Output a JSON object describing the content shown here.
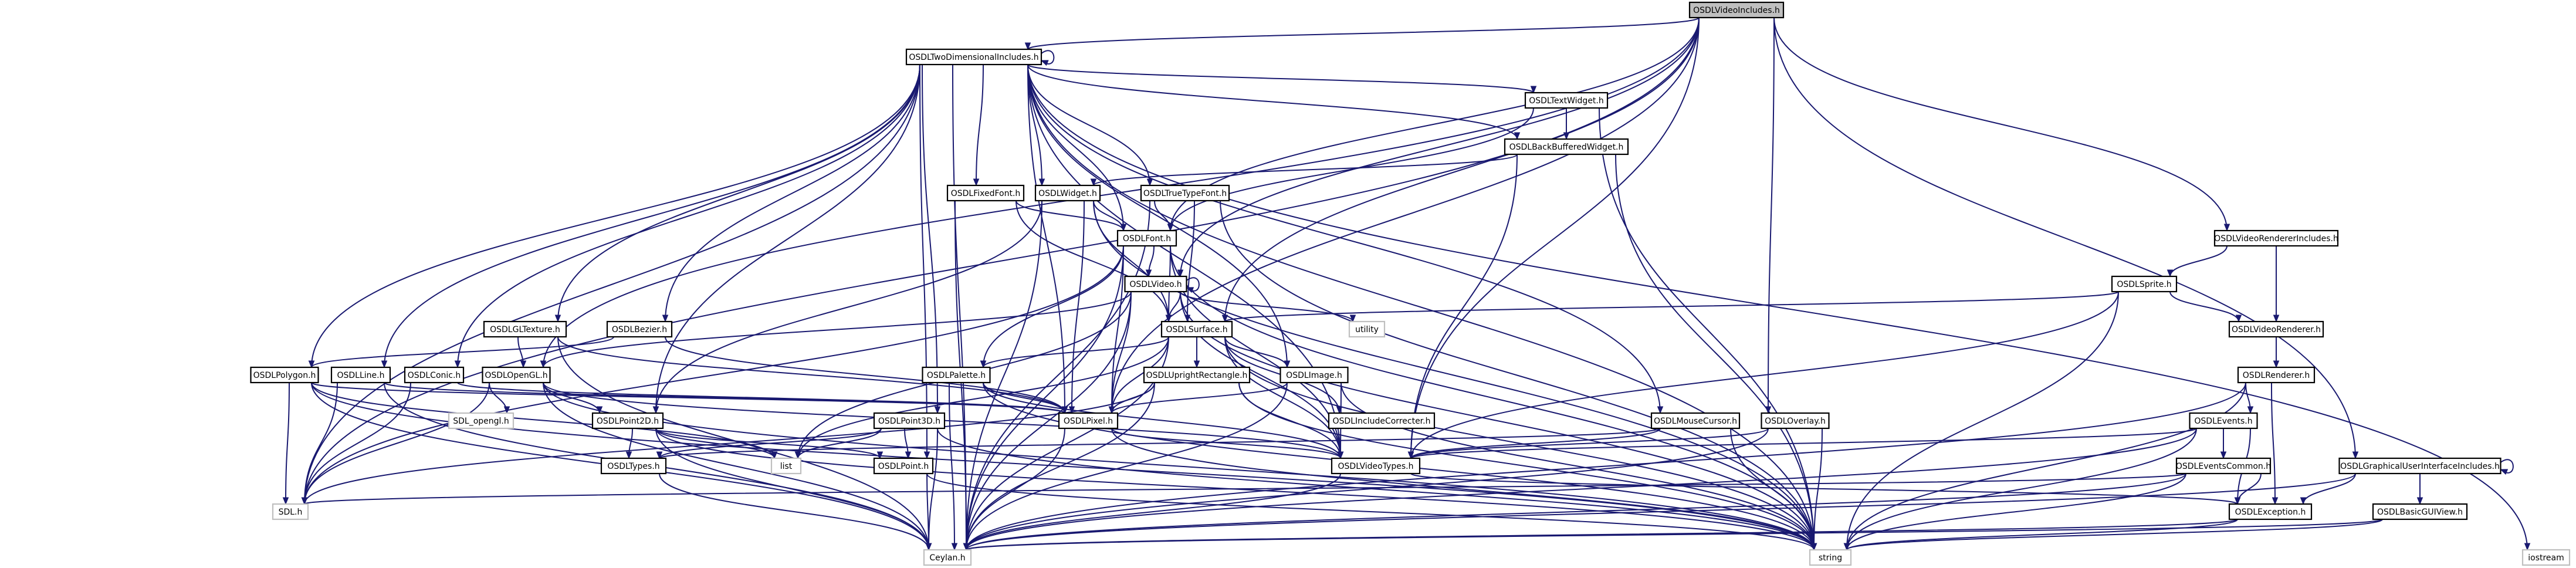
{
  "colors": {
    "edge": "#191970",
    "node_fill": "#ffffff",
    "root_fill": "#bfbfbf",
    "node_stroke": "#000000",
    "leaf_stroke": "#bfbfbf"
  },
  "nodes": {
    "OSDLVideoIncludes": "OSDLVideoIncludes.h",
    "OSDLTwoDimensionalIncludes": "OSDLTwoDimensionalIncludes.h",
    "OSDLTextWidget": "OSDLTextWidget.h",
    "OSDLBackBufferedWidget": "OSDLBackBufferedWidget.h",
    "OSDLFixedFont": "OSDLFixedFont.h",
    "OSDLWidget": "OSDLWidget.h",
    "OSDLTrueTypeFont": "OSDLTrueTypeFont.h",
    "OSDLFont": "OSDLFont.h",
    "OSDLVideo": "OSDLVideo.h",
    "OSDLSurface": "OSDLSurface.h",
    "utility": "utility",
    "OSDLGLTexture": "OSDLGLTexture.h",
    "OSDLBezier": "OSDLBezier.h",
    "OSDLPolygon": "OSDLPolygon.h",
    "OSDLLine": "OSDLLine.h",
    "OSDLConic": "OSDLConic.h",
    "OSDLOpenGL": "OSDLOpenGL.h",
    "SDL_opengl": "SDL_opengl.h",
    "OSDLPalette": "OSDLPalette.h",
    "OSDLUprightRectangle": "OSDLUprightRectangle.h",
    "OSDLImage": "OSDLImage.h",
    "OSDLPoint2D": "OSDLPoint2D.h",
    "OSDLPoint3D": "OSDLPoint3D.h",
    "OSDLPixel": "OSDLPixel.h",
    "OSDLIncludeCorrecter": "OSDLIncludeCorrecter.h",
    "OSDLMouseCursor": "OSDLMouseCursor.h",
    "OSDLOverlay": "OSDLOverlay.h",
    "OSDLTypes": "OSDLTypes.h",
    "list": "list",
    "OSDLPoint": "OSDLPoint.h",
    "OSDLVideoTypes": "OSDLVideoTypes.h",
    "SDL": "SDL.h",
    "Ceylan": "Ceylan.h",
    "string": "string",
    "OSDLVideoRendererIncludes": "OSDLVideoRendererIncludes.h",
    "OSDLSprite": "OSDLSprite.h",
    "OSDLVideoRenderer": "OSDLVideoRenderer.h",
    "OSDLRenderer": "OSDLRenderer.h",
    "OSDLEvents": "OSDLEvents.h",
    "OSDLEventsCommon": "OSDLEventsCommon.h",
    "OSDLException": "OSDLException.h",
    "OSDLGraphicalUserInterfaceIncludes": "OSDLGraphicalUserInterfaceIncludes.h",
    "OSDLBasicGUIView": "OSDLBasicGUIView.h",
    "iostream": "iostream"
  },
  "edges": [
    [
      "OSDLVideoIncludes",
      "OSDLTwoDimensionalIncludes"
    ],
    [
      "OSDLVideoIncludes",
      "OSDLVideo"
    ],
    [
      "OSDLVideoIncludes",
      "OSDLSurface"
    ],
    [
      "OSDLVideoIncludes",
      "OSDLPixel"
    ],
    [
      "OSDLVideoIncludes",
      "OSDLOpenGL"
    ],
    [
      "OSDLVideoIncludes",
      "OSDLVideoTypes"
    ],
    [
      "OSDLVideoIncludes",
      "OSDLOverlay"
    ],
    [
      "OSDLVideoIncludes",
      "OSDLVideoRendererIncludes"
    ],
    [
      "OSDLVideoIncludes",
      "OSDLGraphicalUserInterfaceIncludes"
    ],
    [
      "OSDLVideoIncludes",
      "SDL"
    ],
    [
      "OSDLVideoIncludes",
      "OSDLFont"
    ],
    [
      "OSDLTwoDimensionalIncludes",
      "OSDLTwoDimensionalIncludes"
    ],
    [
      "OSDLTwoDimensionalIncludes",
      "OSDLTextWidget"
    ],
    [
      "OSDLTwoDimensionalIncludes",
      "OSDLBackBufferedWidget"
    ],
    [
      "OSDLTwoDimensionalIncludes",
      "OSDLFixedFont"
    ],
    [
      "OSDLTwoDimensionalIncludes",
      "OSDLWidget"
    ],
    [
      "OSDLTwoDimensionalIncludes",
      "OSDLTrueTypeFont"
    ],
    [
      "OSDLTwoDimensionalIncludes",
      "OSDLFont"
    ],
    [
      "OSDLTwoDimensionalIncludes",
      "OSDLGLTexture"
    ],
    [
      "OSDLTwoDimensionalIncludes",
      "OSDLBezier"
    ],
    [
      "OSDLTwoDimensionalIncludes",
      "OSDLPolygon"
    ],
    [
      "OSDLTwoDimensionalIncludes",
      "OSDLLine"
    ],
    [
      "OSDLTwoDimensionalIncludes",
      "OSDLConic"
    ],
    [
      "OSDLTwoDimensionalIncludes",
      "OSDLPoint2D"
    ],
    [
      "OSDLTwoDimensionalIncludes",
      "OSDLPoint3D"
    ],
    [
      "OSDLTwoDimensionalIncludes",
      "OSDLPoint"
    ],
    [
      "OSDLTwoDimensionalIncludes",
      "OSDLPixel"
    ],
    [
      "OSDLTwoDimensionalIncludes",
      "OSDLImage"
    ],
    [
      "OSDLTwoDimensionalIncludes",
      "OSDLMouseCursor"
    ],
    [
      "OSDLTwoDimensionalIncludes",
      "OSDLVideoTypes"
    ],
    [
      "OSDLTwoDimensionalIncludes",
      "SDL"
    ],
    [
      "OSDLTwoDimensionalIncludes",
      "Ceylan"
    ],
    [
      "OSDLTwoDimensionalIncludes",
      "string"
    ],
    [
      "OSDLTwoDimensionalIncludes",
      "iostream"
    ],
    [
      "OSDLTextWidget",
      "OSDLBackBufferedWidget"
    ],
    [
      "OSDLTextWidget",
      "OSDLFont"
    ],
    [
      "OSDLTextWidget",
      "string"
    ],
    [
      "OSDLBackBufferedWidget",
      "OSDLWidget"
    ],
    [
      "OSDLBackBufferedWidget",
      "OSDLVideoTypes"
    ],
    [
      "OSDLBackBufferedWidget",
      "string"
    ],
    [
      "OSDLFixedFont",
      "OSDLFont"
    ],
    [
      "OSDLFixedFont",
      "OSDLSurface"
    ],
    [
      "OSDLFixedFont",
      "Ceylan"
    ],
    [
      "OSDLWidget",
      "OSDLFont"
    ],
    [
      "OSDLWidget",
      "OSDLSurface"
    ],
    [
      "OSDLWidget",
      "OSDLPixel"
    ],
    [
      "OSDLWidget",
      "OSDLPoint2D"
    ],
    [
      "OSDLWidget",
      "string"
    ],
    [
      "OSDLWidget",
      "Ceylan"
    ],
    [
      "OSDLTrueTypeFont",
      "OSDLFont"
    ],
    [
      "OSDLTrueTypeFont",
      "OSDLSurface"
    ],
    [
      "OSDLTrueTypeFont",
      "Ceylan"
    ],
    [
      "OSDLTrueTypeFont",
      "string"
    ],
    [
      "OSDLFont",
      "OSDLVideo"
    ],
    [
      "OSDLFont",
      "OSDLSurface"
    ],
    [
      "OSDLFont",
      "OSDLPixel"
    ],
    [
      "OSDLFont",
      "OSDLVideoTypes"
    ],
    [
      "OSDLFont",
      "OSDLPalette"
    ],
    [
      "OSDLFont",
      "Ceylan"
    ],
    [
      "OSDLFont",
      "string"
    ],
    [
      "OSDLFont",
      "SDL"
    ],
    [
      "OSDLVideo",
      "OSDLVideo"
    ],
    [
      "OSDLVideo",
      "OSDLSurface"
    ],
    [
      "OSDLVideo",
      "OSDLOpenGL"
    ],
    [
      "OSDLVideo",
      "OSDLPixel"
    ],
    [
      "OSDLVideo",
      "OSDLVideoTypes"
    ],
    [
      "OSDLVideo",
      "utility"
    ],
    [
      "OSDLVideo",
      "list"
    ],
    [
      "OSDLVideo",
      "Ceylan"
    ],
    [
      "OSDLVideo",
      "string"
    ],
    [
      "OSDLSurface",
      "OSDLPalette"
    ],
    [
      "OSDLSurface",
      "OSDLUprightRectangle"
    ],
    [
      "OSDLSurface",
      "OSDLImage"
    ],
    [
      "OSDLSurface",
      "OSDLPixel"
    ],
    [
      "OSDLSurface",
      "OSDLVideoTypes"
    ],
    [
      "OSDLSurface",
      "OSDLIncludeCorrecter"
    ],
    [
      "OSDLSurface",
      "list"
    ],
    [
      "OSDLSurface",
      "Ceylan"
    ],
    [
      "OSDLSurface",
      "string"
    ],
    [
      "OSDLGLTexture",
      "OSDLOpenGL"
    ],
    [
      "OSDLGLTexture",
      "OSDLPixel"
    ],
    [
      "OSDLGLTexture",
      "Ceylan"
    ],
    [
      "OSDLBezier",
      "OSDLPolygon"
    ],
    [
      "OSDLBezier",
      "OSDLPixel"
    ],
    [
      "OSDLPolygon",
      "OSDLPixel"
    ],
    [
      "OSDLPolygon",
      "list"
    ],
    [
      "OSDLPolygon",
      "SDL"
    ],
    [
      "OSDLPolygon",
      "Ceylan"
    ],
    [
      "OSDLPolygon",
      "string"
    ],
    [
      "OSDLLine",
      "OSDLPixel"
    ],
    [
      "OSDLLine",
      "SDL"
    ],
    [
      "OSDLLine",
      "Ceylan"
    ],
    [
      "OSDLConic",
      "OSDLPixel"
    ],
    [
      "OSDLConic",
      "SDL"
    ],
    [
      "OSDLOpenGL",
      "SDL_opengl"
    ],
    [
      "OSDLOpenGL",
      "OSDLPoint2D"
    ],
    [
      "OSDLOpenGL",
      "OSDLVideoTypes"
    ],
    [
      "OSDLOpenGL",
      "Ceylan"
    ],
    [
      "OSDLOpenGL",
      "string"
    ],
    [
      "OSDLOpenGL",
      "SDL"
    ],
    [
      "OSDLPalette",
      "OSDLPixel"
    ],
    [
      "OSDLPalette",
      "OSDLVideoTypes"
    ],
    [
      "OSDLPalette",
      "Ceylan"
    ],
    [
      "OSDLPalette",
      "string"
    ],
    [
      "OSDLUprightRectangle",
      "OSDLPixel"
    ],
    [
      "OSDLUprightRectangle",
      "OSDLVideoTypes"
    ],
    [
      "OSDLUprightRectangle",
      "Ceylan"
    ],
    [
      "OSDLUprightRectangle",
      "string"
    ],
    [
      "OSDLUprightRectangle",
      "SDL"
    ],
    [
      "OSDLImage",
      "OSDLPixel"
    ],
    [
      "OSDLImage",
      "OSDLVideoTypes"
    ],
    [
      "OSDLImage",
      "Ceylan"
    ],
    [
      "OSDLImage",
      "string"
    ],
    [
      "OSDLPoint2D",
      "OSDLTypes"
    ],
    [
      "OSDLPoint2D",
      "OSDLPoint"
    ],
    [
      "OSDLPoint2D",
      "list"
    ],
    [
      "OSDLPoint2D",
      "Ceylan"
    ],
    [
      "OSDLPoint2D",
      "string"
    ],
    [
      "OSDLPoint3D",
      "OSDLTypes"
    ],
    [
      "OSDLPoint3D",
      "OSDLPoint"
    ],
    [
      "OSDLPoint3D",
      "list"
    ],
    [
      "OSDLPoint3D",
      "Ceylan"
    ],
    [
      "OSDLPoint3D",
      "string"
    ],
    [
      "OSDLPixel",
      "OSDLVideoTypes"
    ],
    [
      "OSDLPixel",
      "Ceylan"
    ],
    [
      "OSDLPixel",
      "string"
    ],
    [
      "OSDLMouseCursor",
      "OSDLVideoTypes"
    ],
    [
      "OSDLMouseCursor",
      "OSDLTypes"
    ],
    [
      "OSDLMouseCursor",
      "string"
    ],
    [
      "OSDLOverlay",
      "OSDLVideoTypes"
    ],
    [
      "OSDLOverlay",
      "Ceylan"
    ],
    [
      "OSDLOverlay",
      "string"
    ],
    [
      "OSDLTypes",
      "Ceylan"
    ],
    [
      "OSDLPoint",
      "Ceylan"
    ],
    [
      "OSDLPoint",
      "string"
    ],
    [
      "OSDLVideoTypes",
      "Ceylan"
    ],
    [
      "OSDLVideoTypes",
      "OSDLException"
    ],
    [
      "OSDLVideoRendererIncludes",
      "OSDLSprite"
    ],
    [
      "OSDLVideoRendererIncludes",
      "OSDLVideoRenderer"
    ],
    [
      "OSDLSprite",
      "OSDLVideoRenderer"
    ],
    [
      "OSDLSprite",
      "OSDLSurface"
    ],
    [
      "OSDLSprite",
      "OSDLVideoTypes"
    ],
    [
      "OSDLSprite",
      "string"
    ],
    [
      "OSDLVideoRenderer",
      "OSDLRenderer"
    ],
    [
      "OSDLRenderer",
      "OSDLEvents"
    ],
    [
      "OSDLRenderer",
      "OSDLException"
    ],
    [
      "OSDLRenderer",
      "Ceylan"
    ],
    [
      "OSDLRenderer",
      "string"
    ],
    [
      "OSDLEvents",
      "OSDLEventsCommon"
    ],
    [
      "OSDLEvents",
      "OSDLVideoTypes"
    ],
    [
      "OSDLEvents",
      "OSDLException"
    ],
    [
      "OSDLEvents",
      "Ceylan"
    ],
    [
      "OSDLEvents",
      "string"
    ],
    [
      "OSDLEventsCommon",
      "OSDLException"
    ],
    [
      "OSDLEventsCommon",
      "SDL"
    ],
    [
      "OSDLEventsCommon",
      "Ceylan"
    ],
    [
      "OSDLEventsCommon",
      "string"
    ],
    [
      "OSDLException",
      "Ceylan"
    ],
    [
      "OSDLException",
      "string"
    ],
    [
      "OSDLGraphicalUserInterfaceIncludes",
      "OSDLGraphicalUserInterfaceIncludes"
    ],
    [
      "OSDLGraphicalUserInterfaceIncludes",
      "OSDLBasicGUIView"
    ],
    [
      "OSDLGraphicalUserInterfaceIncludes",
      "OSDLException"
    ],
    [
      "OSDLGraphicalUserInterfaceIncludes",
      "Ceylan"
    ],
    [
      "OSDLBasicGUIView",
      "string"
    ],
    [
      "OSDLBasicGUIView",
      "Ceylan"
    ]
  ]
}
